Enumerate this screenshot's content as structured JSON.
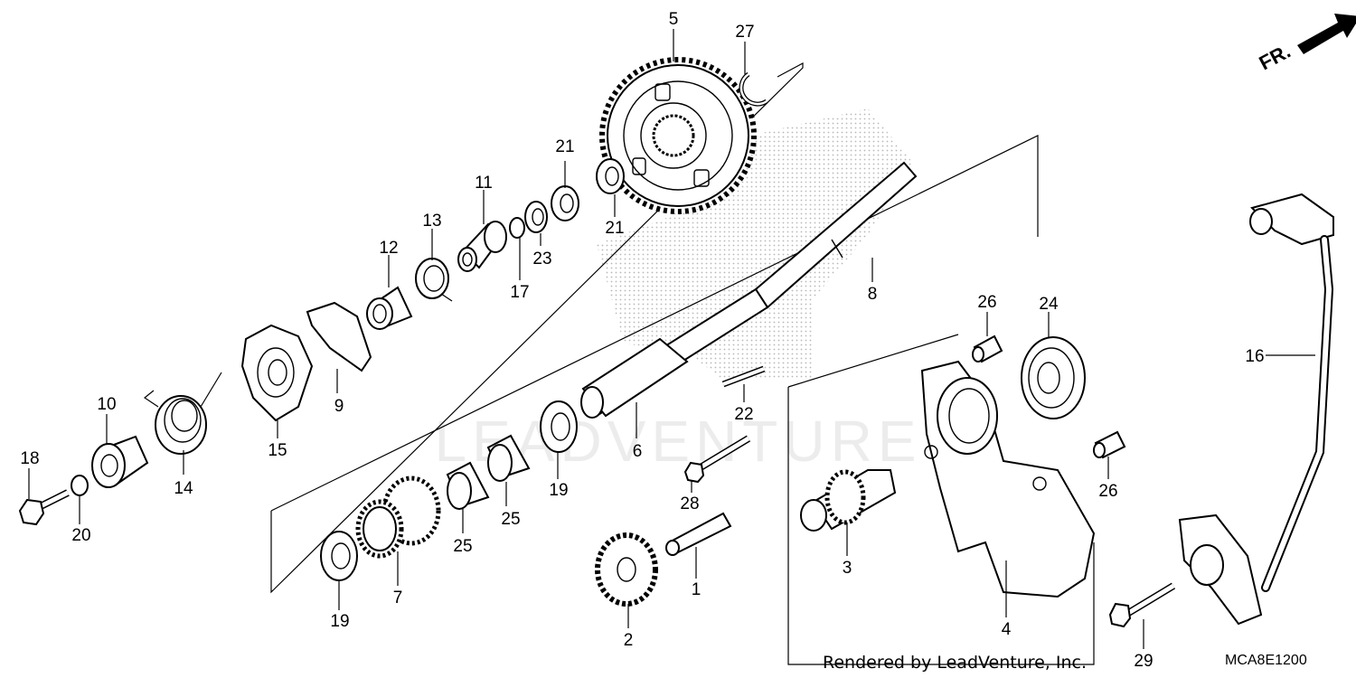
{
  "labels": {
    "p1": "1",
    "p2": "2",
    "p3": "3",
    "p4": "4",
    "p5": "5",
    "p6": "6",
    "p7": "7",
    "p8": "8",
    "p9": "9",
    "p10": "10",
    "p11": "11",
    "p12": "12",
    "p13": "13",
    "p14": "14",
    "p15": "15",
    "p16": "16",
    "p17": "17",
    "p18": "18",
    "p19a": "19",
    "p19b": "19",
    "p20": "20",
    "p21a": "21",
    "p21b": "21",
    "p22": "22",
    "p23": "23",
    "p24": "24",
    "p25a": "25",
    "p25b": "25",
    "p26a": "26",
    "p26b": "26",
    "p27": "27",
    "p28": "28",
    "p29": "29"
  },
  "direction_label": "FR.",
  "footer_credit": "Rendered by LeadVenture, Inc.",
  "diagram_code": "MCA8E1200",
  "watermark_text": "LEADVENTURE"
}
